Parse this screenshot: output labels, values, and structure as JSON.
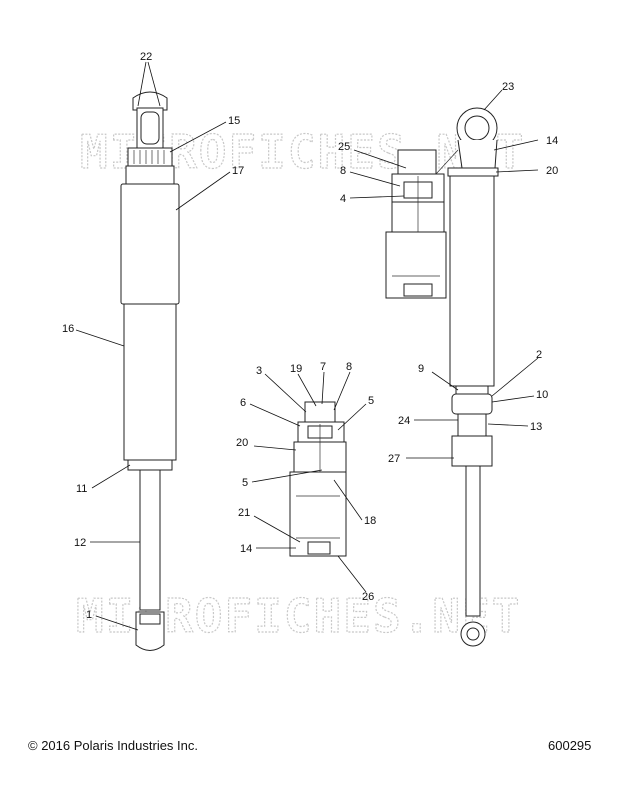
{
  "watermark": "MICROFICHES.NET",
  "footer": {
    "copyright": "© 2016 Polaris Industries Inc.",
    "document_number": "600295"
  },
  "callouts": {
    "c22": "22",
    "c15": "15",
    "c17": "17",
    "c16": "16",
    "c11": "11",
    "c12": "12",
    "c1": "1",
    "c23": "23",
    "c14a": "14",
    "c20a": "20",
    "c25": "25",
    "c8a": "8",
    "c4": "4",
    "c9": "9",
    "c2": "2",
    "c10": "10",
    "c24": "24",
    "c13": "13",
    "c27": "27",
    "c3": "3",
    "c19": "19",
    "c7": "7",
    "c8b": "8",
    "c6": "6",
    "c5a": "5",
    "c20b": "20",
    "c5b": "5",
    "c18": "18",
    "c21": "21",
    "c14b": "14",
    "c26": "26"
  }
}
